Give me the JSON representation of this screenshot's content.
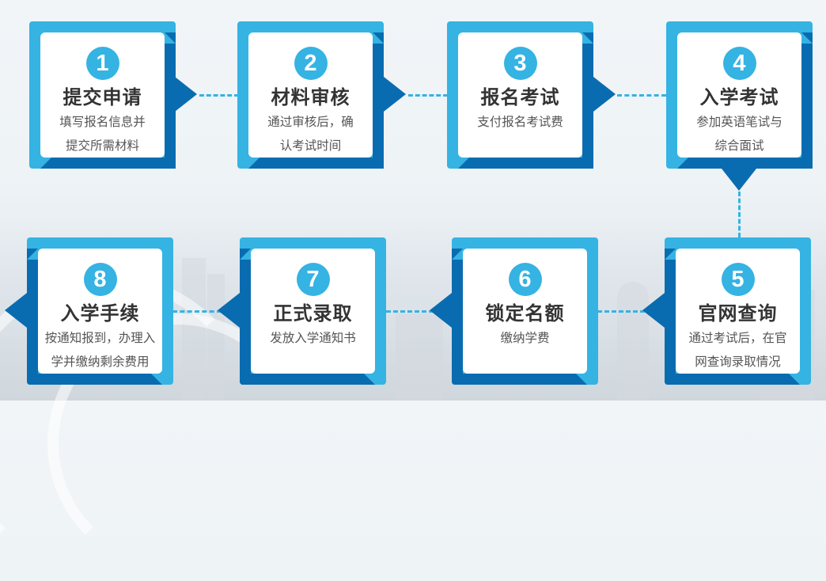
{
  "flow": {
    "colors": {
      "light_blue": "#35b3e3",
      "dark_blue": "#0a6cb0",
      "text_title": "#333333",
      "text_desc": "#555555"
    },
    "steps": [
      {
        "number": "1",
        "title": "提交申请",
        "desc_line1": "填写报名信息并",
        "desc_line2": "提交所需材料"
      },
      {
        "number": "2",
        "title": "材料审核",
        "desc_line1": "通过审核后，确",
        "desc_line2": "认考试时间"
      },
      {
        "number": "3",
        "title": "报名考试",
        "desc_line1": "支付报名考试费",
        "desc_line2": ""
      },
      {
        "number": "4",
        "title": "入学考试",
        "desc_line1": "参加英语笔试与",
        "desc_line2": "综合面试"
      },
      {
        "number": "5",
        "title": "官网查询",
        "desc_line1": "通过考试后，在官",
        "desc_line2": "网查询录取情况"
      },
      {
        "number": "6",
        "title": "锁定名额",
        "desc_line1": "缴纳学费",
        "desc_line2": ""
      },
      {
        "number": "7",
        "title": "正式录取",
        "desc_line1": "发放入学通知书",
        "desc_line2": ""
      },
      {
        "number": "8",
        "title": "入学手续",
        "desc_line1": "按通知报到，办理入",
        "desc_line2": "学并缴纳剩余费用"
      }
    ]
  }
}
